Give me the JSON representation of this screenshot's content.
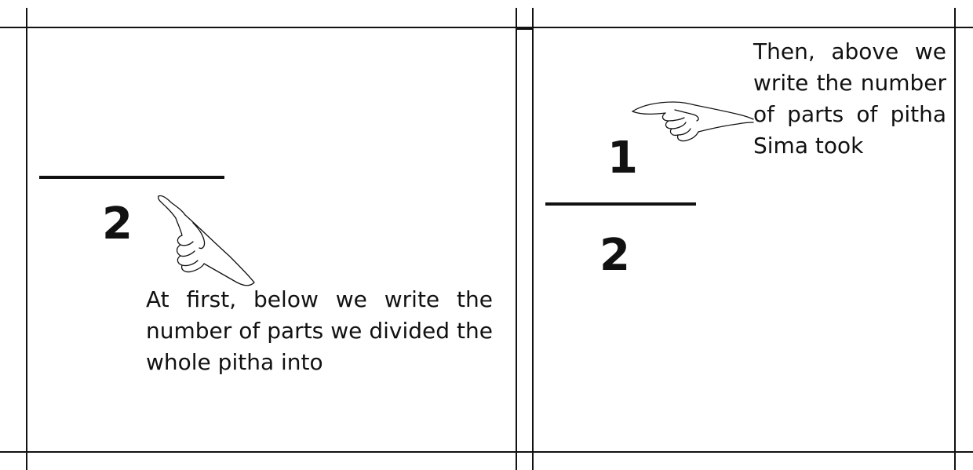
{
  "left_panel": {
    "denominator": "2",
    "caption": "At first, below we write the number of parts we divided the whole pitha into"
  },
  "right_panel": {
    "numerator": "1",
    "denominator": "2",
    "caption": "Then, above we write the number of parts of pitha Sima took"
  },
  "icons": {
    "hand": "pointing-hand-icon"
  }
}
